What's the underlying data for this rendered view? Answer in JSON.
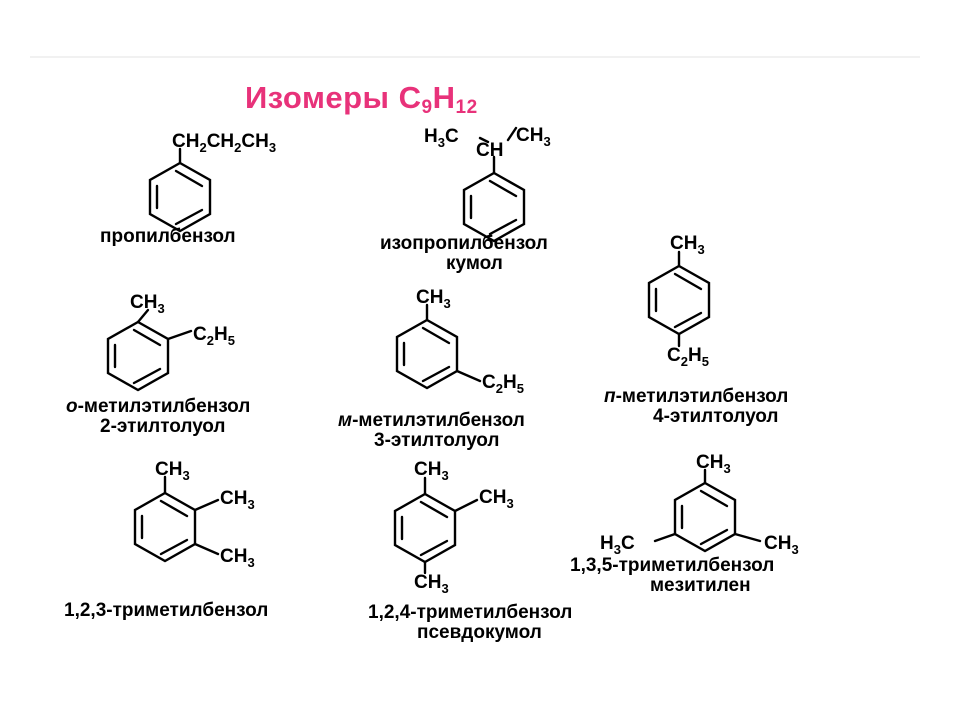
{
  "slide": {
    "title_main": "Изомеры C",
    "title_sub9": "9",
    "title_H": "H",
    "title_sub12": "12"
  },
  "compounds": {
    "propylbenzene": {
      "chain": [
        "CH",
        "2",
        "CH",
        "2",
        "CH",
        "3"
      ],
      "name": "пропилбензол"
    },
    "cumene": {
      "left_group": [
        "H",
        "3",
        "C"
      ],
      "right_group": [
        "CH",
        "3"
      ],
      "center": "CH",
      "name1": "изопропилбензол",
      "name2": "кумол"
    },
    "p_methylethylbenzene": {
      "top": [
        "CH",
        "3"
      ],
      "bottom": [
        "C",
        "2",
        "H",
        "5"
      ],
      "prefix": "п",
      "name1": "-метилэтилбензол",
      "name2": "4-этилтолуол"
    },
    "o_methylethylbenzene": {
      "top": [
        "CH",
        "3"
      ],
      "side": [
        "C",
        "2",
        "H",
        "5"
      ],
      "prefix": "о",
      "name1": "-метилэтилбензол",
      "name2": "2-этилтолуол"
    },
    "m_methylethylbenzene": {
      "top": [
        "CH",
        "3"
      ],
      "side": [
        "C",
        "2",
        "H",
        "5"
      ],
      "prefix": "м",
      "name1": "-метилэтилбензол",
      "name2": "3-этилтолуол"
    },
    "trimethyl_123": {
      "g1": [
        "CH",
        "3"
      ],
      "g2": [
        "CH",
        "3"
      ],
      "g3": [
        "CH",
        "3"
      ],
      "name": "1,2,3-триметилбензол"
    },
    "trimethyl_124": {
      "g1": [
        "CH",
        "3"
      ],
      "g2": [
        "CH",
        "3"
      ],
      "g3": [
        "CH",
        "3"
      ],
      "name1": "1,2,4-триметилбензол",
      "name2": "псевдокумол"
    },
    "mesitylene": {
      "top": [
        "CH",
        "3"
      ],
      "left": [
        "H",
        "3",
        "C"
      ],
      "right": [
        "CH",
        "3"
      ],
      "name1": "1,3,5-триметилбензол",
      "name2": "мезитилен"
    }
  }
}
